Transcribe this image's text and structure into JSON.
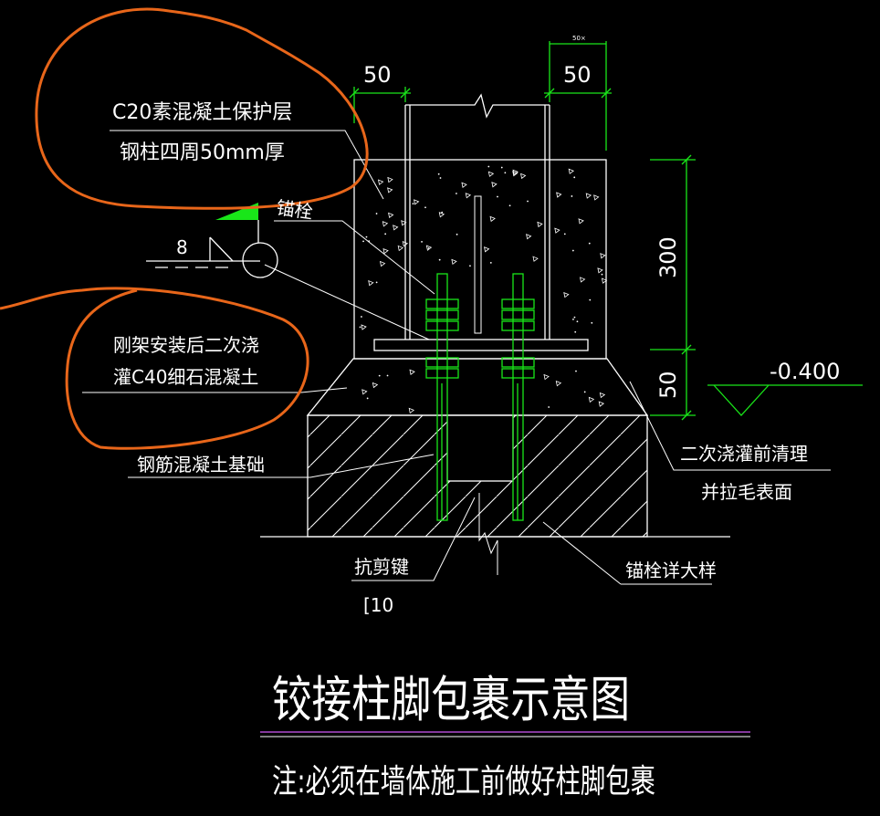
{
  "labels": {
    "cover_title": "C20素混凝土保护层",
    "cover_thickness": "钢柱四周50mm厚",
    "anchor_bolt": "锚栓",
    "weld_size": "8",
    "grout_line1": "刚架安装后二次浇",
    "grout_line2": "灌C40细石混凝土",
    "foundation": "钢筋混凝土基础",
    "shear_key": "抗剪键",
    "shear_key_section": "[10",
    "clean_surface_line1": "二次浇灌前清理",
    "clean_surface_line2": "并拉毛表面",
    "bolt_detail": "锚栓详大样"
  },
  "dimensions": {
    "left_top": "50",
    "right_top": "50",
    "right_top_small": "50×",
    "vertical_upper": "300",
    "vertical_lower": "50",
    "elevation": "-0.400"
  },
  "title": "铰接柱脚包裹示意图",
  "note": "注:必须在墙体施工前做好柱脚包裹",
  "colors": {
    "background": "#000000",
    "lines": "#ffffff",
    "dimension": "#19e619",
    "markup": "#e8661a",
    "underline": "#b04bd0"
  }
}
